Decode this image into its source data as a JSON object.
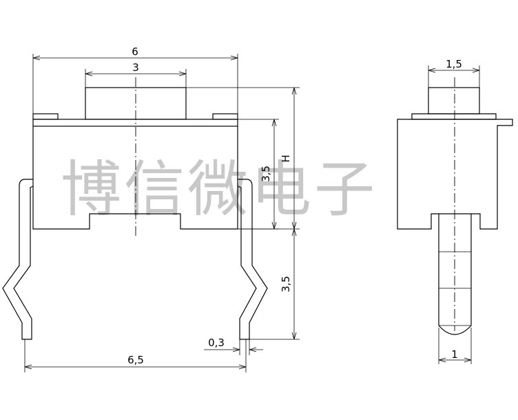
{
  "watermark": "博信微电子",
  "dimensions": {
    "width_total": "6",
    "width_button": "3",
    "height_body": "3,5",
    "height_total": "H",
    "lead_length": "3,5",
    "lead_thickness": "0,3",
    "lead_pitch": "6,5",
    "side_button_width": "1,5",
    "side_lead_width": "1"
  }
}
